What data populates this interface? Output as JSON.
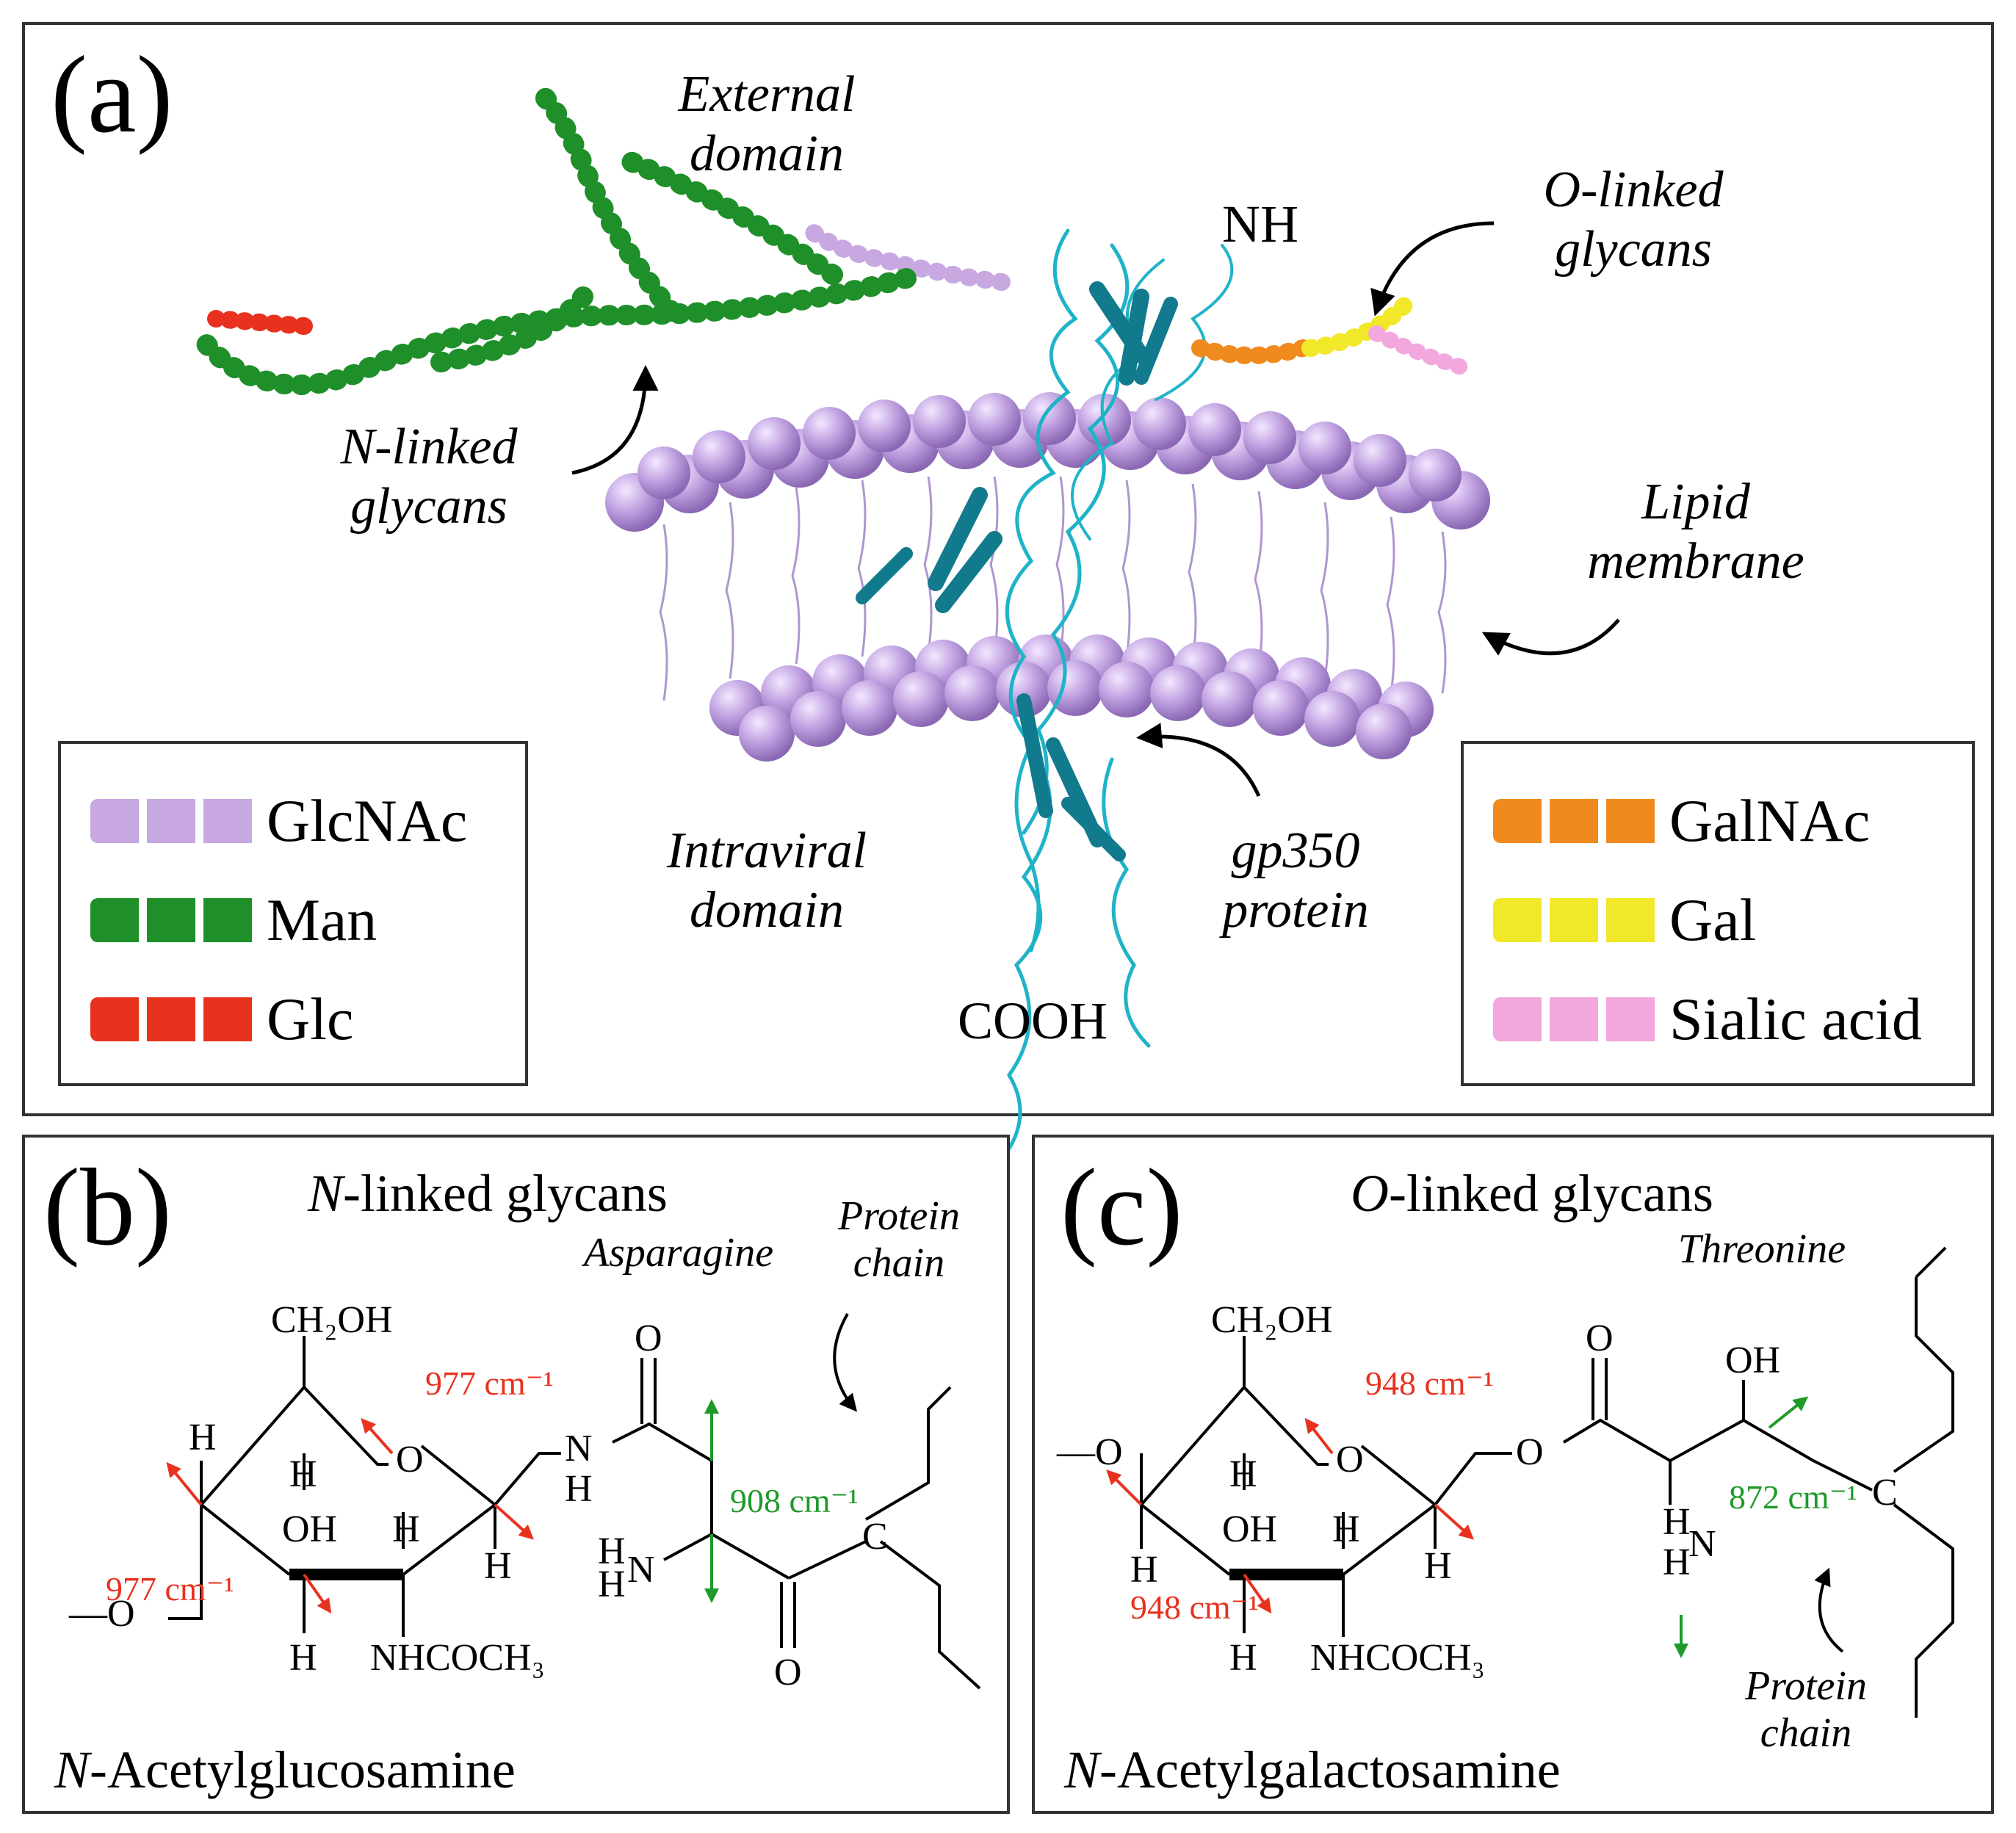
{
  "panel_a": {
    "label": "(a)",
    "external_domain": [
      "External",
      "domain"
    ],
    "nh": "NH",
    "o_linked": [
      "O-linked",
      "glycans"
    ],
    "n_linked": [
      "N-linked",
      "glycans"
    ],
    "lipid": [
      "Lipid",
      "membrane"
    ],
    "intraviral": [
      "Intraviral",
      "domain"
    ],
    "gp350": [
      "gp350",
      "protein"
    ],
    "cooh": "COOH",
    "legend_left": [
      {
        "label": "GlcNAc",
        "color": "#c7a8e0"
      },
      {
        "label": "Man",
        "color": "#1f8f2a"
      },
      {
        "label": "Glc",
        "color": "#e8321f"
      }
    ],
    "legend_right": [
      {
        "label": "GalNAc",
        "color": "#ef8a1e"
      },
      {
        "label": "Gal",
        "color": "#f2e82a"
      },
      {
        "label": "Sialic acid",
        "color": "#f2a7dd"
      }
    ],
    "colors": {
      "membrane": "#b79ad8",
      "protein": "#1fb3c8",
      "protein_dark": "#117a8c"
    }
  },
  "panel_b": {
    "label": "(b)",
    "title_italic": "N",
    "title_rest": "-linked glycans",
    "residue": "Asparagine",
    "protein_chain": [
      "Protein",
      "chain"
    ],
    "freq_red_top": "977 cm⁻¹",
    "freq_red_bottom": "977 cm⁻¹",
    "freq_green": "908 cm⁻¹",
    "footer_italic": "N",
    "footer_rest": "-Acetylglucosamine",
    "atoms": {
      "ch2oh": "CH₂OH",
      "o_ring": "O",
      "o_link": "O",
      "nh_n": "N",
      "nh_h": "H",
      "h": "H",
      "oh": "OH",
      "nhcoch3": "NHCOCH₃",
      "o_carbonyl": "O",
      "hn_h1": "H",
      "hn_h2": "H",
      "hn_n": "N",
      "c": "C",
      "o_bottom": "O",
      "dash_o": "—O"
    }
  },
  "panel_c": {
    "label": "(c)",
    "title_italic": "O",
    "title_rest": "-linked glycans",
    "residue": "Threonine",
    "protein_chain": [
      "Protein",
      "chain"
    ],
    "freq_red_top": "948 cm⁻¹",
    "freq_red_bottom": "948 cm⁻¹",
    "freq_green": "872 cm⁻¹",
    "footer_italic": "N",
    "footer_rest": "-Acetylgalactosamine",
    "atoms": {
      "ch2oh": "CH₂OH",
      "o_ring": "O",
      "o_link": "O",
      "h": "H",
      "oh": "OH",
      "nhcoch3": "NHCOCH₃",
      "o_carbonyl": "O",
      "oh_top": "OH",
      "c": "C",
      "n": "N",
      "dash_o": "—O"
    }
  }
}
